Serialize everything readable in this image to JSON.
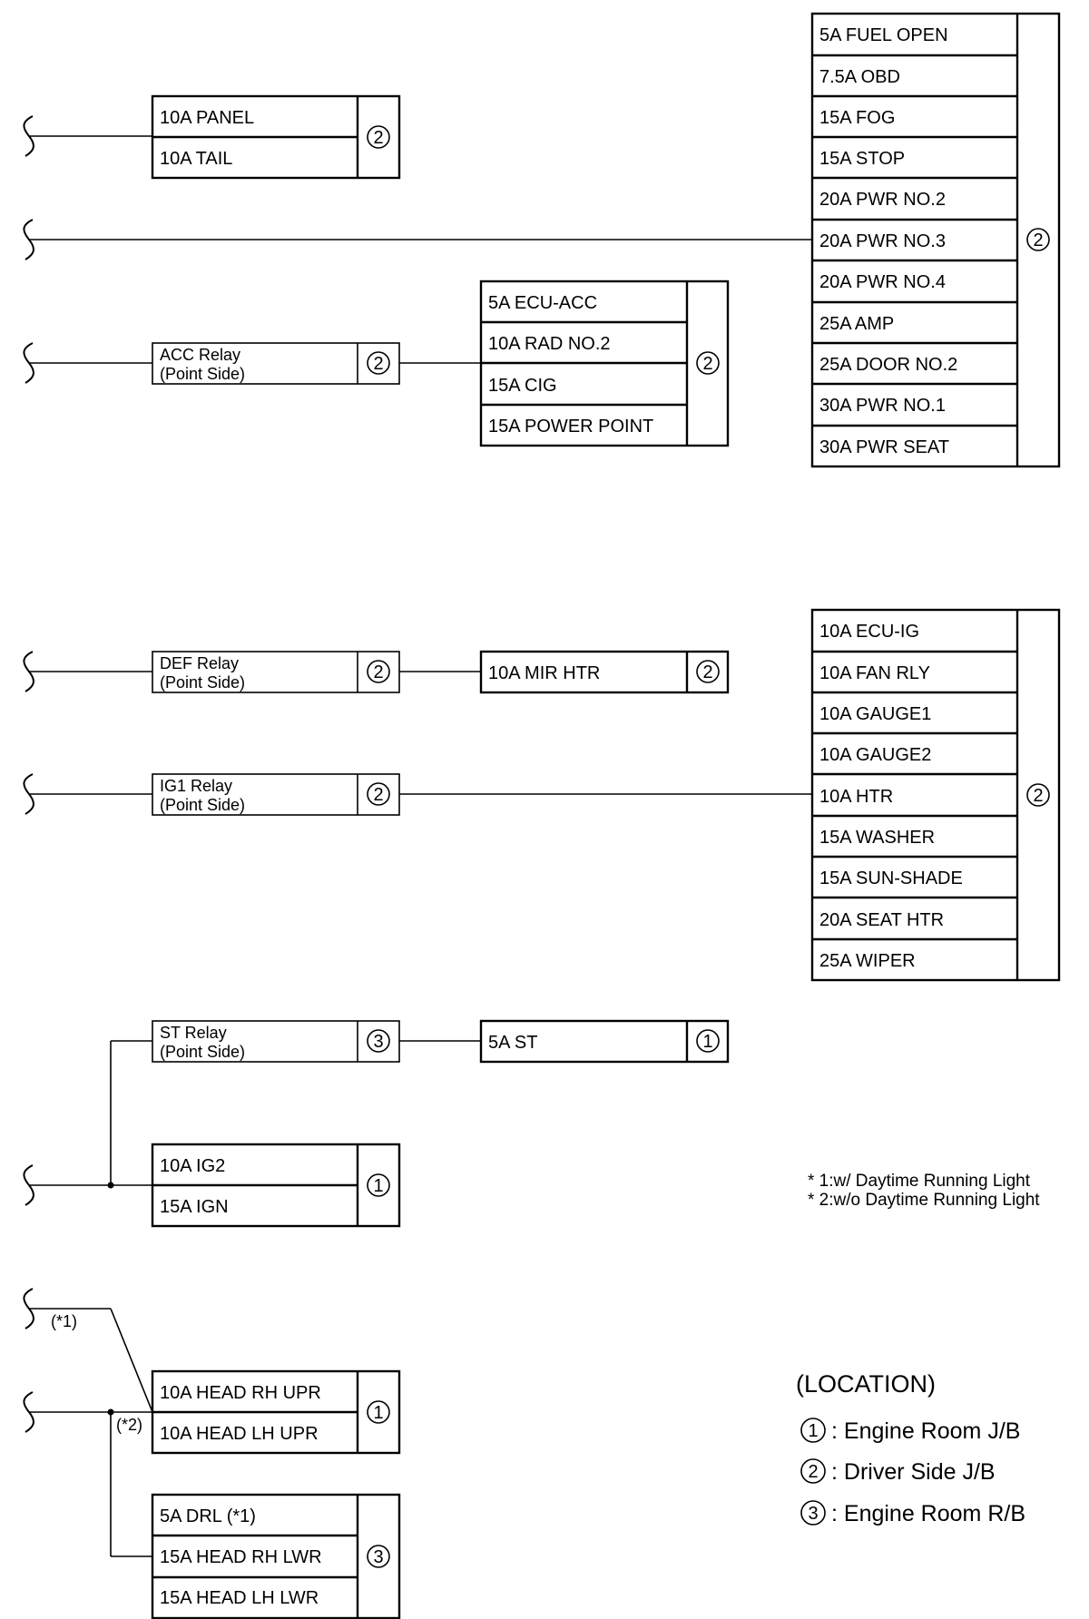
{
  "blocks": {
    "panel": {
      "fuses": [
        "10A PANEL",
        "10A TAIL"
      ],
      "loc": "2"
    },
    "right_top": {
      "fuses": [
        "5A FUEL OPEN",
        "7.5A OBD",
        "15A FOG",
        "15A STOP",
        "20A PWR NO.2",
        "20A PWR NO.3",
        "20A PWR NO.4",
        "25A AMP",
        "25A DOOR NO.2",
        "30A PWR NO.1",
        "30A PWR SEAT"
      ],
      "loc": "2"
    },
    "acc_relay": {
      "line1": "ACC Relay",
      "line2": "(Point Side)",
      "loc": "2"
    },
    "acc_fuses": {
      "fuses": [
        "5A ECU-ACC",
        "10A RAD NO.2",
        "15A CIG",
        "15A POWER POINT"
      ],
      "loc": "2"
    },
    "def_relay": {
      "line1": "DEF Relay",
      "line2": "(Point Side)",
      "loc": "2"
    },
    "mir_htr": {
      "fuses": [
        "10A MIR HTR"
      ],
      "loc": "2"
    },
    "ig1_relay": {
      "line1": "IG1 Relay",
      "line2": "(Point Side)",
      "loc": "2"
    },
    "right_mid": {
      "fuses": [
        "10A ECU-IG",
        "10A FAN RLY",
        "10A GAUGE1",
        "10A GAUGE2",
        "10A HTR",
        "15A WASHER",
        "15A SUN-SHADE",
        "20A SEAT HTR",
        "25A WIPER"
      ],
      "loc": "2"
    },
    "st_relay": {
      "line1": "ST Relay",
      "line2": "(Point Side)",
      "loc": "3"
    },
    "st_fuse": {
      "fuses": [
        "5A ST"
      ],
      "loc": "1"
    },
    "ig2": {
      "fuses": [
        "10A IG2",
        "15A IGN"
      ],
      "loc": "1"
    },
    "head_upr": {
      "fuses": [
        "10A HEAD RH UPR",
        "10A HEAD LH UPR"
      ],
      "loc": "1"
    },
    "head_lwr": {
      "fuses": [
        "5A DRL (*1)",
        "15A HEAD RH LWR",
        "15A HEAD LH LWR"
      ],
      "loc": "3"
    }
  },
  "wire_labels": {
    "star1": "(*1)",
    "star2": "(*2)"
  },
  "notes": [
    "* 1:w/ Daytime Running Light",
    "* 2:w/o Daytime Running Light"
  ],
  "location": {
    "title": "(LOCATION)",
    "items": [
      {
        "symbol": "1",
        "label": ": Engine Room J/B"
      },
      {
        "symbol": "2",
        "label": ": Driver Side J/B"
      },
      {
        "symbol": "3",
        "label": ": Engine Room R/B"
      }
    ]
  }
}
